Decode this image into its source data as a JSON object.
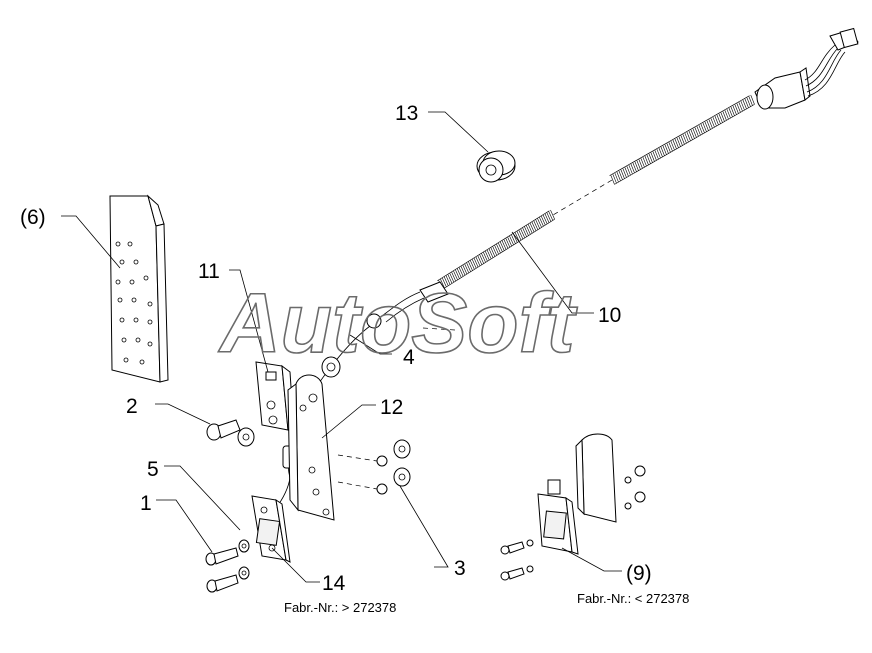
{
  "watermark": "AutoSoft",
  "callouts": {
    "p1": "1",
    "p2": "2",
    "p3": "3",
    "p4": "4",
    "p5": "5",
    "p6": "(6)",
    "p9": "(9)",
    "p10": "10",
    "p11": "11",
    "p12": "12",
    "p13": "13",
    "p14": "14"
  },
  "serial_notes": {
    "left": "Fabr.-Nr.: > 272378",
    "right": "Fabr.-Nr.: < 272378"
  }
}
